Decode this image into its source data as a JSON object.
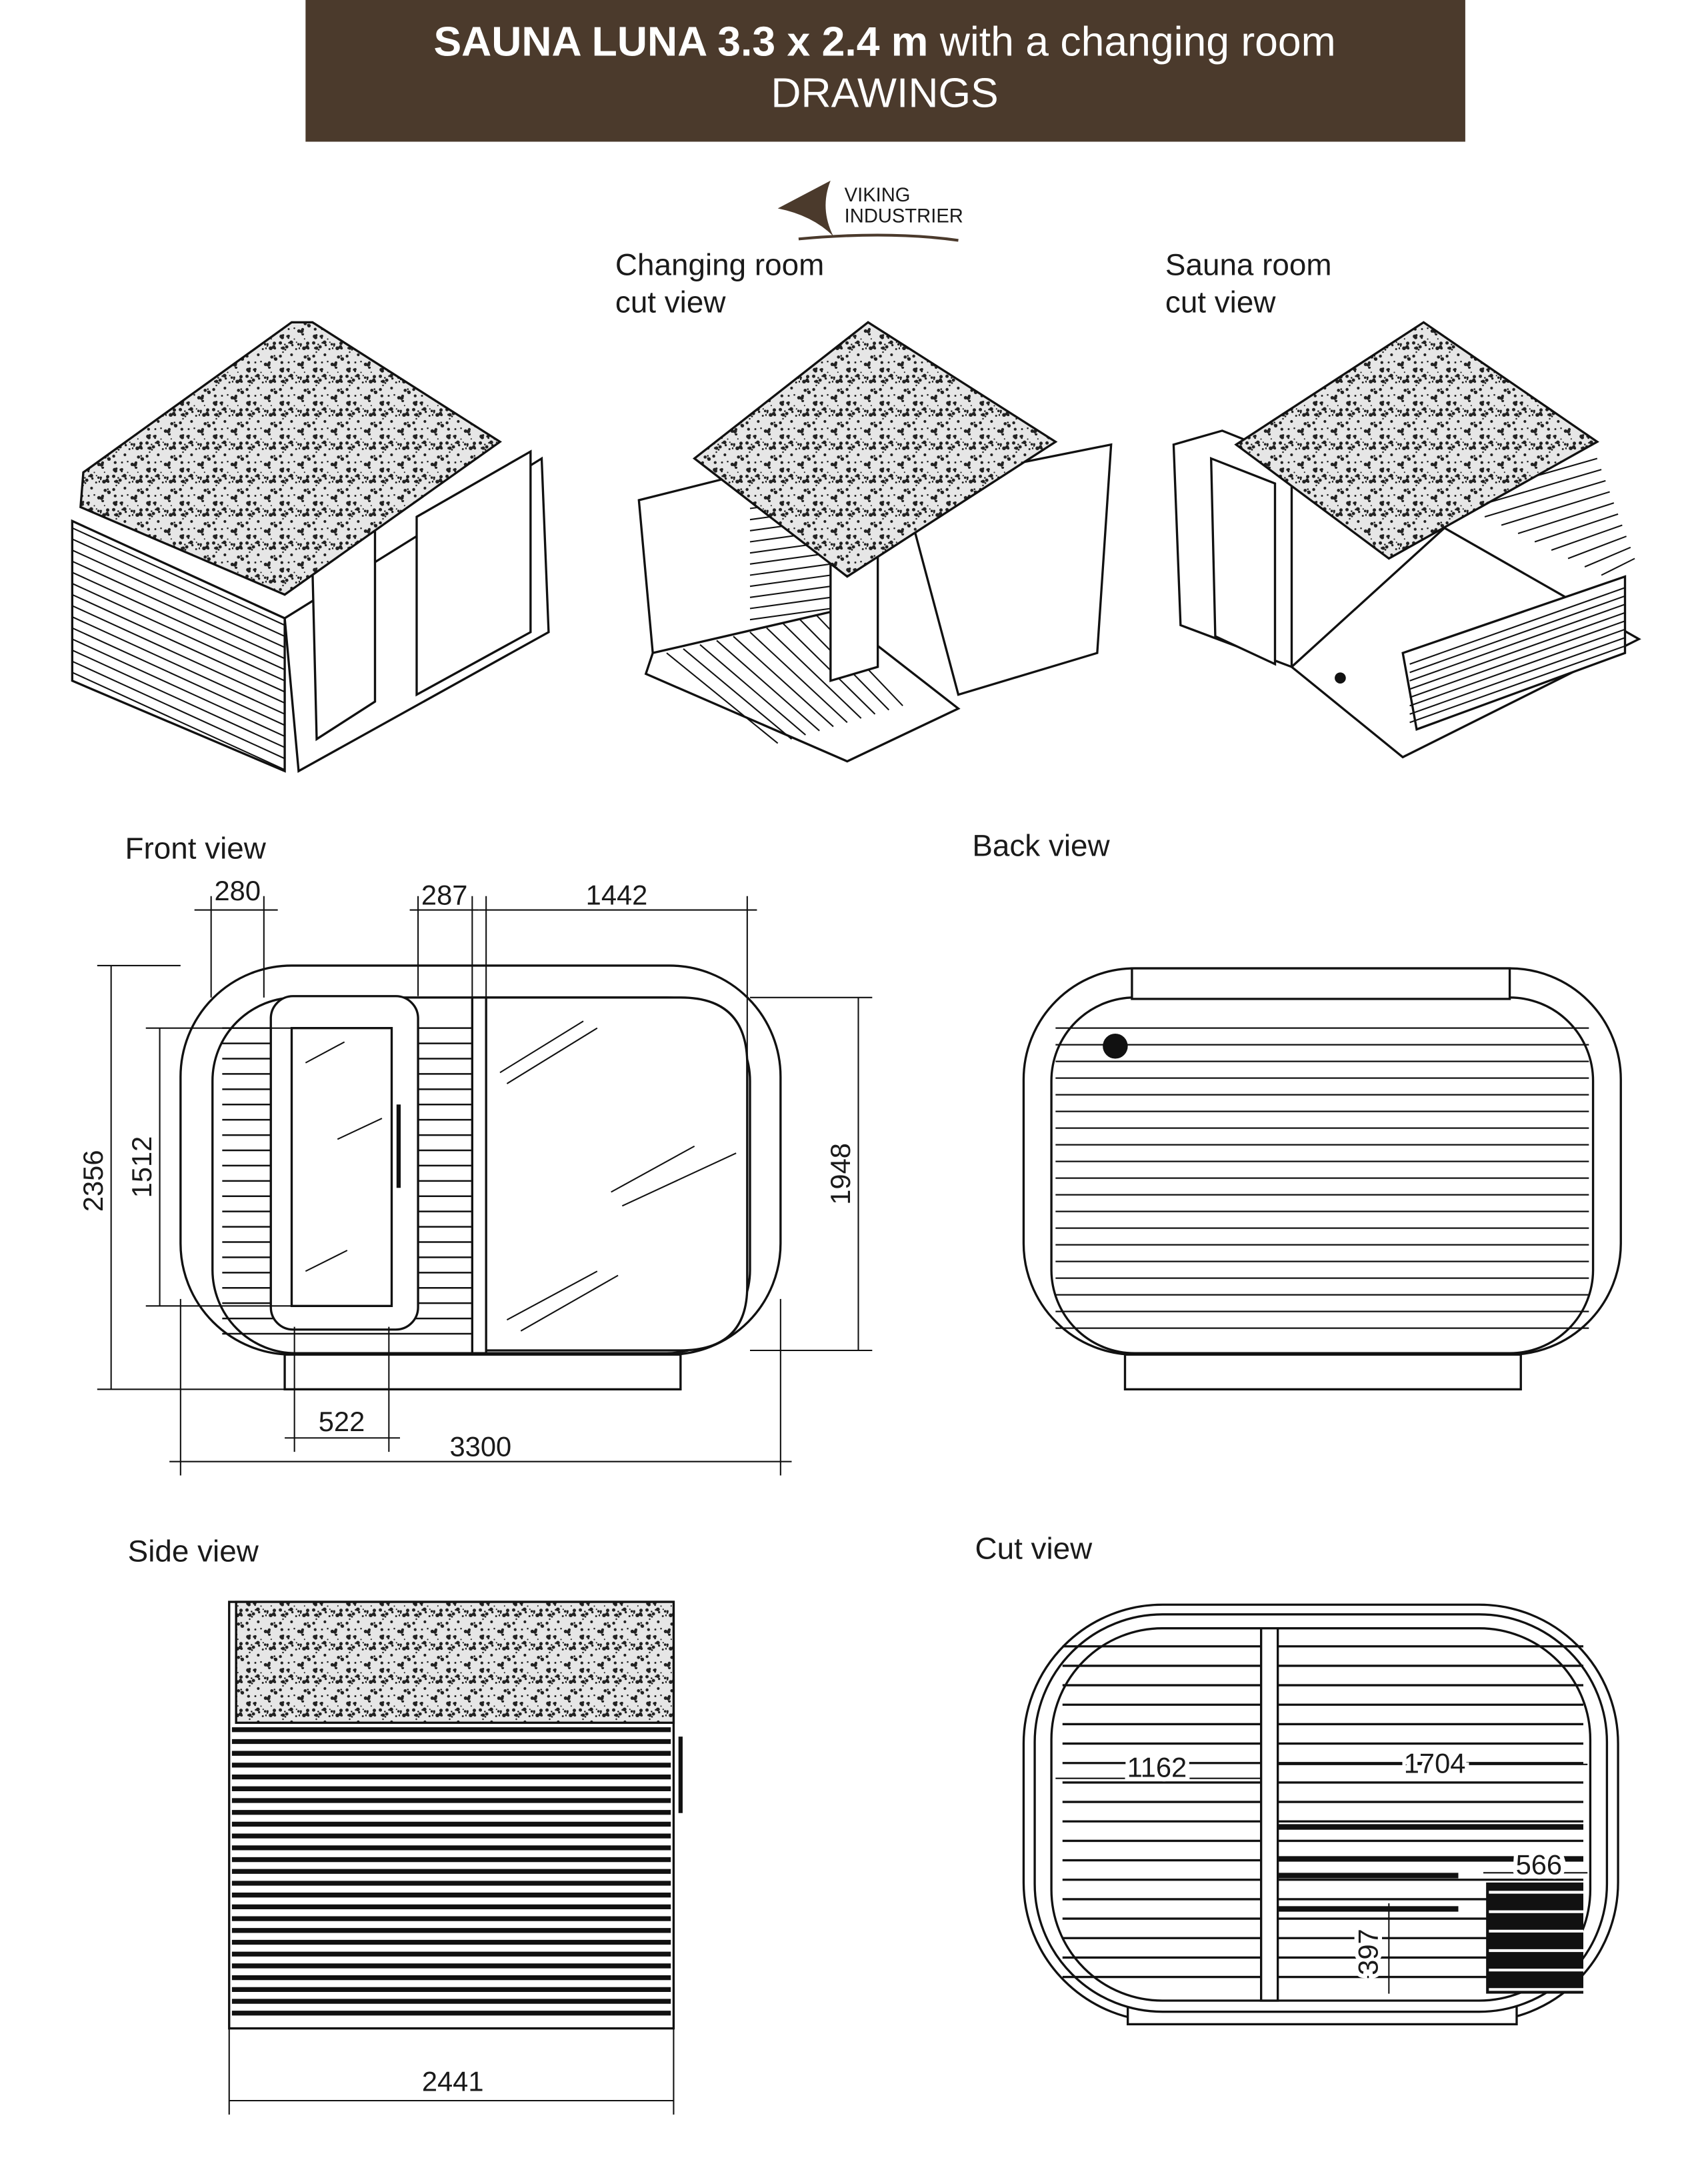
{
  "header": {
    "title_bold": "SAUNA LUNA 3.3 x 2.4 m",
    "title_rest": " with a changing room",
    "subtitle": "DRAWINGS",
    "bg_color": "#4b3a2c"
  },
  "logo": {
    "line1": "VIKING",
    "line2": "INDUSTRIER",
    "color": "#4b3a2c"
  },
  "views": {
    "changing_room": {
      "line1": "Changing room",
      "line2": "cut view"
    },
    "sauna_room": {
      "line1": "Sauna room",
      "line2": "cut view"
    },
    "front": "Front view",
    "back": "Back view",
    "side": "Side view",
    "cut": "Cut view"
  },
  "dimensions": {
    "front": {
      "d280": "280",
      "d287": "287",
      "d1442": "1442",
      "d2356": "2356",
      "d1512": "1512",
      "d1948": "1948",
      "d522": "522",
      "d3300": "3300"
    },
    "side": {
      "d2441": "2441"
    },
    "cut": {
      "d1162": "1162",
      "d1704": "1704",
      "d566": "566",
      "d397": "397"
    }
  }
}
